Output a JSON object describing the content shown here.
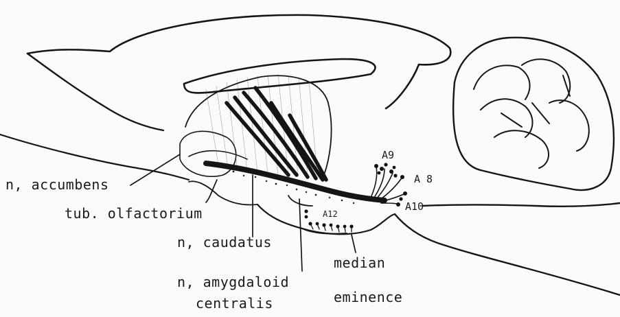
{
  "labels": {
    "accumbens": "n, accumbens",
    "olfactorium": "tub. olfactorium",
    "caudatus": "n, caudatus",
    "amygdaloid_line1": "n, amygdaloid",
    "amygdaloid_line2": "centralis",
    "median": "median",
    "eminence": "eminence",
    "a9": "A9",
    "a8": "A 8",
    "a10": "A10",
    "a12": "A12"
  },
  "colors": {
    "ink": "#151515",
    "paper": "#fbfbf9"
  }
}
